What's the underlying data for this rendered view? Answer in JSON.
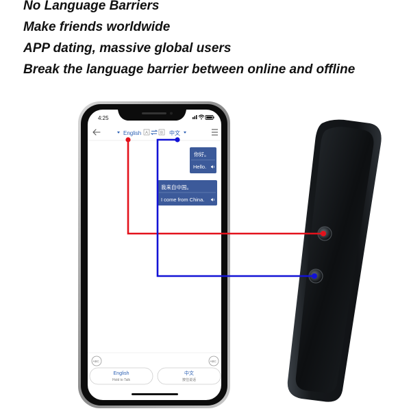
{
  "headlines": [
    "No Language Barriers",
    "Make friends worldwide",
    "APP dating, massive global users",
    "Break the language barrier between online and offline"
  ],
  "phone": {
    "status_time": "4:25",
    "source_lang": "English",
    "swap_icon_a": "A",
    "swap_icon_b": "B",
    "target_lang": "中文",
    "messages": [
      {
        "original": "你好。",
        "translation": "Hello."
      },
      {
        "original": "我来自中国。",
        "translation": "I come from China."
      }
    ],
    "btn_left_lang": "English",
    "btn_left_hint": "Hold to Talk",
    "btn_right_lang": "中文",
    "btn_right_hint": "按住说话",
    "keyboard_icon_text": "ABC"
  },
  "colors": {
    "red_line": "#e3121c",
    "blue_line": "#1212d6",
    "bubble": "#3c5a9a",
    "lang_link": "#2b5fb3",
    "device_body": "#1c2024"
  },
  "icons": [
    "back-arrow-icon",
    "menu-icon",
    "swap-icon",
    "speaker-icon",
    "keyboard-icon",
    "wifi-icon",
    "battery-icon"
  ]
}
